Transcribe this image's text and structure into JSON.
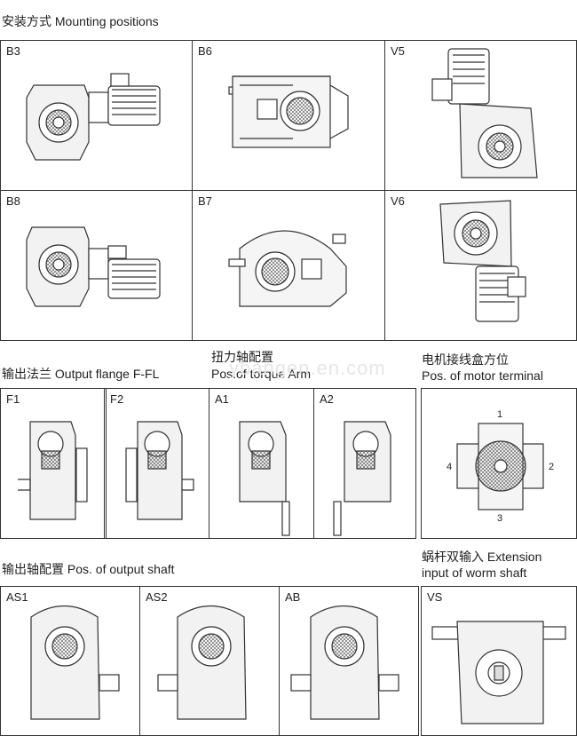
{
  "title": "安装方式 Mounting positions",
  "mounting": [
    "B3",
    "B6",
    "V5",
    "B8",
    "B7",
    "V6"
  ],
  "sections": {
    "output_flange": "输出法兰  Output flange F-FL",
    "torque_arm_cn": "扭力轴配置",
    "torque_arm_en": "Pos.of torque Arm",
    "motor_terminal_cn": "电机接线盒方位",
    "motor_terminal_en": "Pos. of motor terminal",
    "output_shaft": "输出轴配置  Pos. of  output shaft",
    "extension_line1": "蜗杆双输入  Extension",
    "extension_line2": "input of worm shaft"
  },
  "row2_labels": [
    "F1",
    "F2",
    "A1",
    "A2"
  ],
  "terminal_positions": [
    "1",
    "2",
    "3",
    "4"
  ],
  "row3_labels": [
    "AS1",
    "AS2",
    "AB",
    "VS"
  ],
  "watermark": "ybangen.en.com"
}
